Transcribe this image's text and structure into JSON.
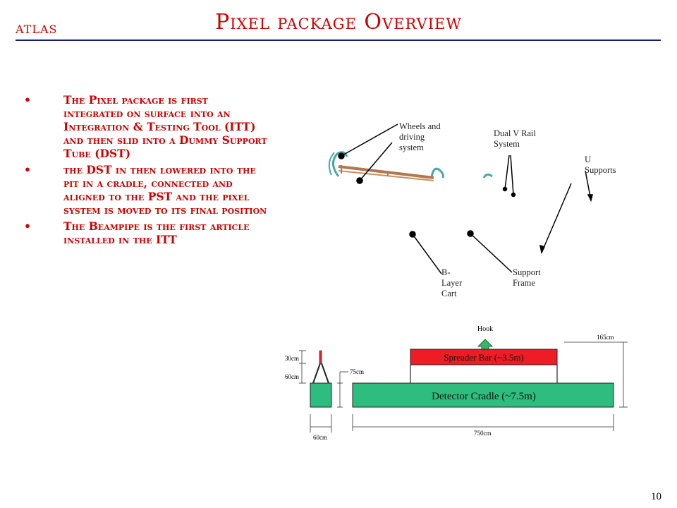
{
  "header": {
    "logo_text": "ATLAS",
    "title": "Pixel package Overview"
  },
  "bullets": [
    {
      "marker": "•",
      "text": "The Pixel package is first integrated on surface into an Integration & Testing Tool (ITT) and then slid into a Dummy Support Tube (DST)"
    },
    {
      "marker": "•",
      "text": "the DST in then lowered into the pit in a cradle, connected and aligned to the PST and the pixel system is moved to its final position"
    },
    {
      "marker": "•",
      "text": "The Beampipe is the first article installed in the ITT"
    }
  ],
  "photo_labels": {
    "wheels_line1": "Wheels and",
    "wheels_line2": "driving",
    "wheels_line3": "system",
    "dual_line1": "Dual V Rail",
    "dual_line2": "System",
    "u_line1": "U",
    "u_line2": "Supports",
    "blayer_line1": "B-",
    "blayer_line2": "Layer",
    "blayer_line3": "Cart",
    "support_line1": "Support",
    "support_line2": "Frame"
  },
  "cradle_diagram": {
    "hook": "Hook",
    "spreader": "Spreader Bar (~3.5m)",
    "cradle": "Detector Cradle (~7.5m)",
    "dim_165": "165cm",
    "dim_30": "30cm",
    "dim_60": "60cm",
    "dim_75": "75cm",
    "dim_60b": "60cm",
    "dim_750": "750cm",
    "colors": {
      "red": "#ee1c25",
      "green": "#2ebd7e",
      "hook_green": "#33b86a"
    }
  },
  "page_number": "10"
}
